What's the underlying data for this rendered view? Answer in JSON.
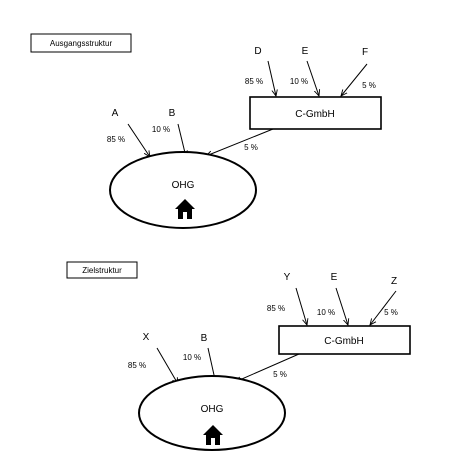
{
  "sections": [
    {
      "title": "Ausgangsstruktur",
      "company": "C-GmbH",
      "entity": "OHG",
      "entity_icon": "house-icon",
      "company_owners": [
        {
          "name": "D",
          "share": "85 %"
        },
        {
          "name": "E",
          "share": "10 %"
        },
        {
          "name": "F",
          "share": "5 %"
        }
      ],
      "entity_owners": [
        {
          "name": "A",
          "share": "85 %"
        },
        {
          "name": "B",
          "share": "10 %"
        }
      ],
      "company_share_in_entity": "5 %"
    },
    {
      "title": "Zielstruktur",
      "company": "C-GmbH",
      "entity": "OHG",
      "entity_icon": "house-icon",
      "company_owners": [
        {
          "name": "Y",
          "share": "85 %"
        },
        {
          "name": "E",
          "share": "10 %"
        },
        {
          "name": "Z",
          "share": "5 %"
        }
      ],
      "entity_owners": [
        {
          "name": "X",
          "share": "85 %"
        },
        {
          "name": "B",
          "share": "10 %"
        }
      ],
      "company_share_in_entity": "5 %"
    }
  ]
}
